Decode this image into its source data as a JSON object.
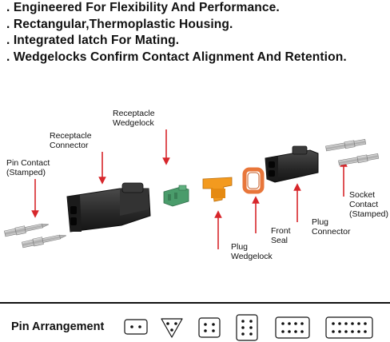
{
  "features": [
    ". Engineered For Flexibility And Performance.",
    ". Rectangular,Thermoplastic Housing.",
    ". Integrated latch For Mating.",
    ". Wedgelocks Confirm Contact Alignment And Retention."
  ],
  "labels": {
    "pin_contact": [
      "Pin Contact",
      "(Stamped)"
    ],
    "receptacle_connector": [
      "Receptacle",
      "Connector"
    ],
    "receptacle_wedgelock": [
      "Receptacle",
      "Wedgelock"
    ],
    "plug_wedgelock": [
      "Plug",
      "Wedgelock"
    ],
    "front_seal": [
      "Front",
      "Seal"
    ],
    "plug_connector": [
      "Plug",
      "Connector"
    ],
    "socket_contact": [
      "Socket",
      "Contact",
      "(Stamped)"
    ]
  },
  "pin_arrangement": {
    "title": "Pin Arrangement",
    "layouts": [
      "2-pin",
      "3-pin",
      "4-pin",
      "6-pin",
      "8-pin",
      "12-pin"
    ]
  },
  "colors": {
    "arrow": "#d7262b",
    "connector_body": "#2a2a2a",
    "wedgelock_green": "#4a9c6b",
    "wedgelock_orange": "#f39a1f",
    "seal_orange": "#e8763a",
    "metal": "#b9b9b9"
  }
}
